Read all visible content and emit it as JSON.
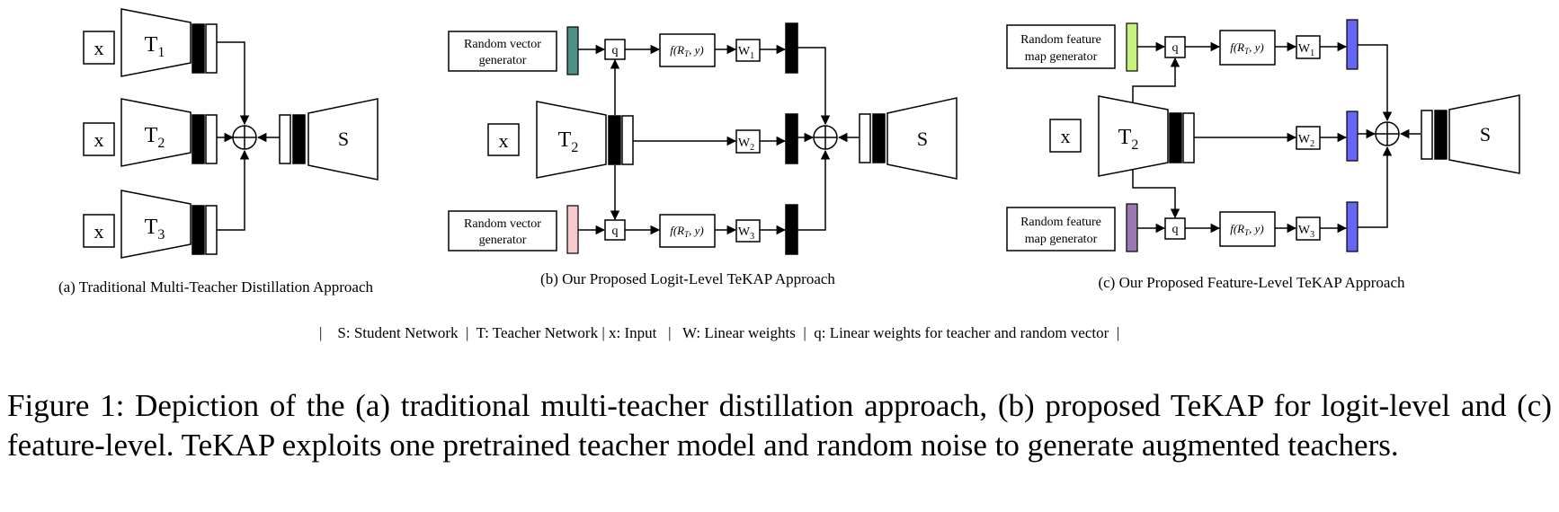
{
  "panel_a": {
    "input_label": "x",
    "teacher_base": "T",
    "teacher_subs": [
      "1",
      "2",
      "3"
    ],
    "student_label": "S",
    "caption": "(a) Traditional Multi-Teacher Distillation Approach"
  },
  "panel_b": {
    "generator_top": [
      "Random vector",
      "generator"
    ],
    "generator_bottom": [
      "Random vector",
      "generator"
    ],
    "q_label": "q",
    "f_label": "f(R",
    "f_sub": "T",
    "f_tail": ", y)",
    "w_base": "W",
    "w_subs": [
      "1",
      "2",
      "3"
    ],
    "input_label": "x",
    "teacher_base": "T",
    "teacher_sub": "2",
    "student_label": "S",
    "noise_colors": [
      "#4e8f86",
      "#f6c9cc"
    ],
    "caption": "(b) Our Proposed Logit-Level TeKAP Approach"
  },
  "panel_c": {
    "generator_top": [
      "Random feature",
      "map generator"
    ],
    "generator_bottom": [
      "Random feature",
      "map generator"
    ],
    "q_label": "q",
    "f_label": "f(R",
    "f_sub": "T",
    "f_tail": ", y)",
    "w_base": "W",
    "w_subs": [
      "1",
      "2",
      "3"
    ],
    "input_label": "x",
    "teacher_base": "T",
    "teacher_sub": "2",
    "student_label": "S",
    "noise_colors": [
      "#c7f27f",
      "#9a78b3"
    ],
    "output_color": "#6666f2",
    "caption": "(c) Our Proposed Feature-Level TeKAP Approach"
  },
  "legend": "|    S: Student Network  |  T: Teacher Network | x: Input   |   W: Linear weights  |  q: Linear weights for teacher and random vector  |",
  "figure_caption": "Figure 1: Depiction of the (a) traditional multi-teacher distillation approach, (b) proposed TeKAP for logit-level and (c) feature-level.  TeKAP exploits one pretrained teacher model and random noise to generate augmented teachers."
}
